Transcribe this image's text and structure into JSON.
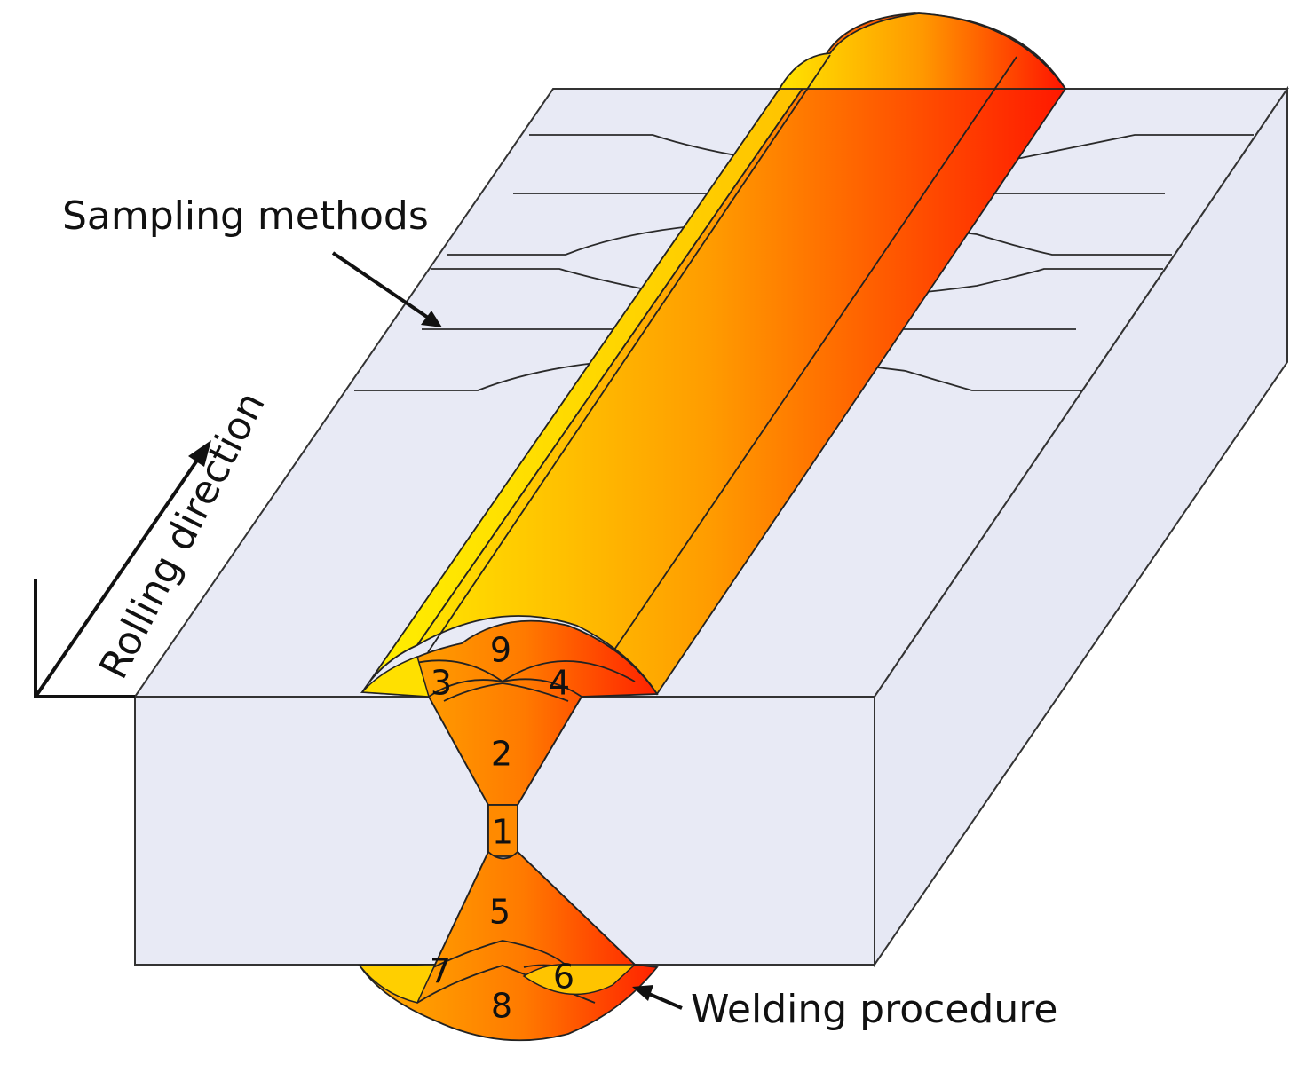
{
  "labels": {
    "sampling_methods": "Sampling methods",
    "rolling_direction": "Rolling direction",
    "welding_procedure": "Welding procedure"
  },
  "weld_passes": [
    "1",
    "2",
    "3",
    "4",
    "5",
    "6",
    "7",
    "8",
    "9"
  ],
  "colors": {
    "plate_face": "#e8eaf5",
    "plate_edge": "#333333",
    "weld_yellow": "#ffe000",
    "weld_orange": "#ff9a00",
    "weld_red": "#ff1a00",
    "text": "#111111"
  }
}
